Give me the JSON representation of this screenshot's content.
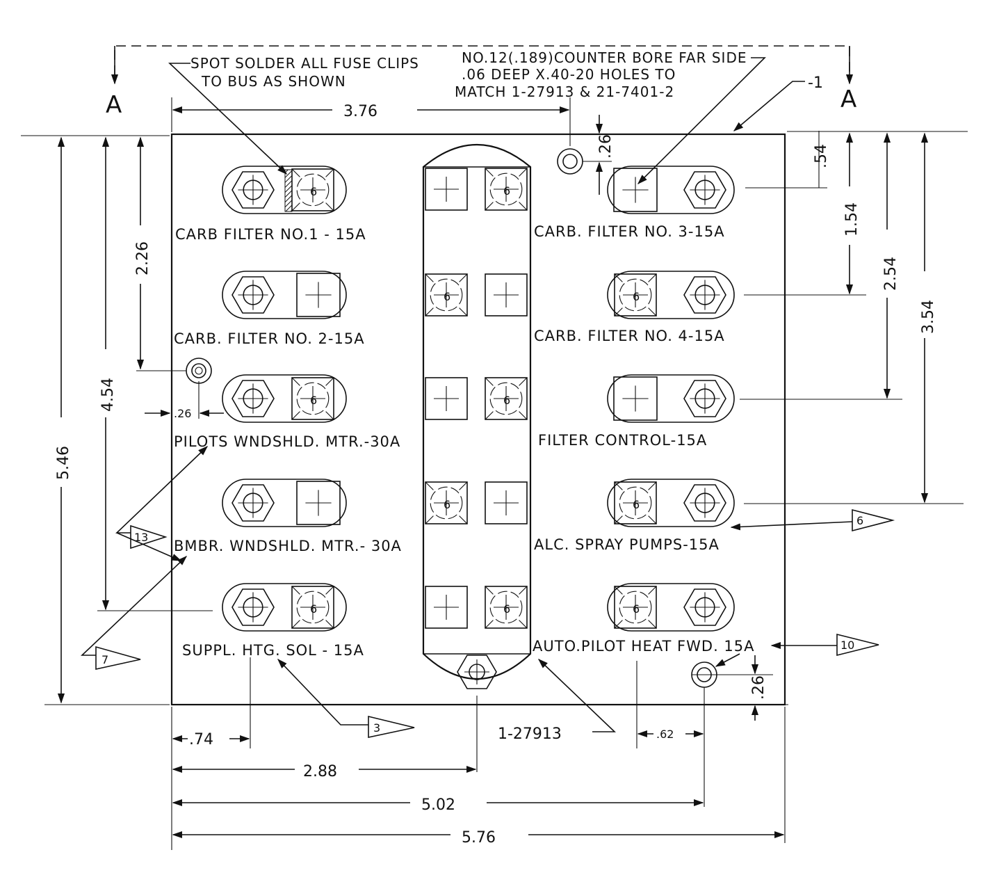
{
  "section_marks": {
    "left": "A",
    "right": "A"
  },
  "notes": {
    "solder": [
      "SPOT SOLDER ALL FUSE CLIPS",
      "TO BUS AS SHOWN"
    ],
    "counterbore": [
      "NO.12(.189)COUNTER BORE FAR SIDE",
      ".06 DEEP X.40-20 HOLES TO",
      "MATCH 1-27913 & 21-7401-2"
    ],
    "part_ref": "-1",
    "bus_ref": "1-27913"
  },
  "clip_mark": "6",
  "fuses_left": [
    {
      "label": "CARB FILTER NO.1 - 15A"
    },
    {
      "label": "CARB. FILTER NO. 2-15A"
    },
    {
      "label": "PILOTS WNDSHLD. MTR.-30A"
    },
    {
      "label": "BMBR. WNDSHLD. MTR.- 30A"
    },
    {
      "label": "SUPPL. HTG. SOL - 15A"
    }
  ],
  "fuses_right": [
    {
      "label": "CARB. FILTER NO. 3-15A"
    },
    {
      "label": "CARB. FILTER NO. 4-15A"
    },
    {
      "label": "FILTER CONTROL-15A"
    },
    {
      "label": "ALC. SPRAY PUMPS-15A"
    },
    {
      "label": "AUTO.PILOT HEAT FWD. 15A"
    }
  ],
  "flag_notes": {
    "f13": "13",
    "f7": "7",
    "f3": "3",
    "f6": "6",
    "f10": "10"
  },
  "dimensions": {
    "top_376": "3.76",
    "top_26": ".26",
    "right_54": ".54",
    "right_154": "1.54",
    "right_254": "2.54",
    "right_354": "3.54",
    "left_546": "5.46",
    "left_454": "4.54",
    "left_226": "2.26",
    "left_26": ".26",
    "br_26": ".26",
    "bot_74": ".74",
    "bot_62": ".62",
    "bot_288": "2.88",
    "bot_502": "5.02",
    "bot_576": "5.76"
  }
}
